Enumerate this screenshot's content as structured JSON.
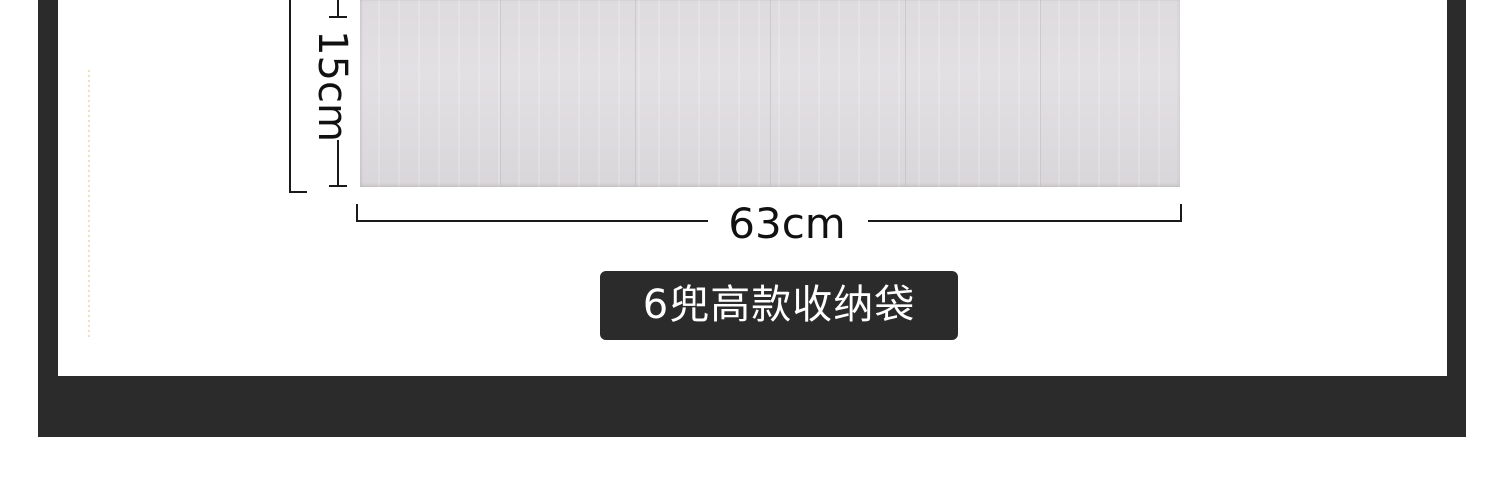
{
  "dimensions": {
    "height_label": "15cm",
    "width_label": "63cm"
  },
  "caption": {
    "text": "6兜高款收纳袋"
  },
  "colors": {
    "frame": "#2b2b2b",
    "background": "#ffffff",
    "product": "#dedbde",
    "caption_bg": "#2b2b2b",
    "caption_text": "#ffffff"
  }
}
